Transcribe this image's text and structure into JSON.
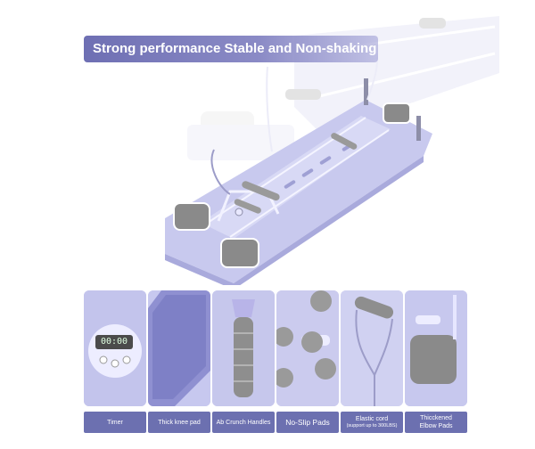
{
  "banner": {
    "text": "Strong performance Stable and Non-shaking"
  },
  "timer_display": "00:00",
  "features": [
    {
      "label": "Timer"
    },
    {
      "label": "Thick knee pad"
    },
    {
      "label": "Ab Crunch Handles"
    },
    {
      "label": "No-Slip Pads"
    },
    {
      "label": "Elastic cord",
      "sublabel": "(support up to 300LBS)"
    },
    {
      "label": "Thicckened",
      "label2": "Elbow  Pads"
    }
  ],
  "colors": {
    "accent": "#6c70b0",
    "board": "#c8c9ee",
    "pad": "#8a8a8a"
  }
}
